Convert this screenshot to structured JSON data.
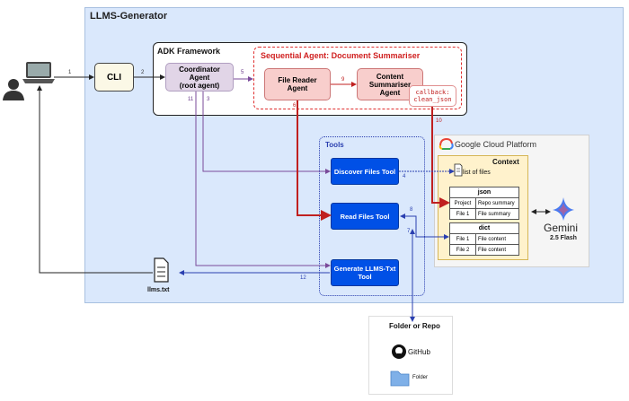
{
  "title": "LLMS-Generator",
  "adk": {
    "title": "ADK Framework"
  },
  "sequential": {
    "title": "Sequential Agent: Document Summariser"
  },
  "cli": "CLI",
  "coordinator": {
    "line1": "Coordinator",
    "line2": "Agent",
    "line3": "(root agent)"
  },
  "file_reader": {
    "line1": "File Reader",
    "line2": "Agent"
  },
  "summariser": {
    "line1": "Content",
    "line2": "Summariser",
    "line3": "Agent"
  },
  "callback": {
    "line1": "callback:",
    "line2": "clean_json"
  },
  "tools": {
    "title": "Tools",
    "discover": "Discover Files Tool",
    "read": "Read Files Tool",
    "generate_line1": "Generate LLMS-Txt",
    "generate_line2": "Tool"
  },
  "gcp": {
    "title": "Google Cloud Platform"
  },
  "context": {
    "title": "Context",
    "list_label": "list of files",
    "json_table": {
      "header": "json",
      "rows": [
        [
          "Project",
          "Repo summary"
        ],
        [
          "File 1",
          "File summary"
        ]
      ]
    },
    "dict_table": {
      "header": "dict",
      "rows": [
        [
          "File 1",
          "File content"
        ],
        [
          "File 2",
          "File content"
        ]
      ]
    }
  },
  "gemini": {
    "name": "Gemini",
    "version": "2.5 Flash"
  },
  "output_file": "llms.txt",
  "repo": {
    "title": "Folder or Repo",
    "github": "GitHub",
    "folder": "Folder"
  },
  "steps": {
    "s1": "1",
    "s2": "2",
    "s3": "3",
    "s4": "4",
    "s5": "5",
    "s6": "6",
    "s7": "7",
    "s8": "8",
    "s9": "9",
    "s10": "10",
    "s11": "11",
    "s12": "12"
  },
  "colors": {
    "outer_fill": "#dae8fc",
    "cli_fill": "#fbf8e6",
    "coordinator_fill": "#e1d5e7",
    "agent_fill": "#f8cecc",
    "tool_fill": "#0050e6",
    "context_fill": "#fff2cc",
    "gcp_fill": "#f5f5f5",
    "red_flow": "#c02020",
    "blue_flow": "#2a3fb0",
    "purple_flow": "#7a4a9a"
  }
}
